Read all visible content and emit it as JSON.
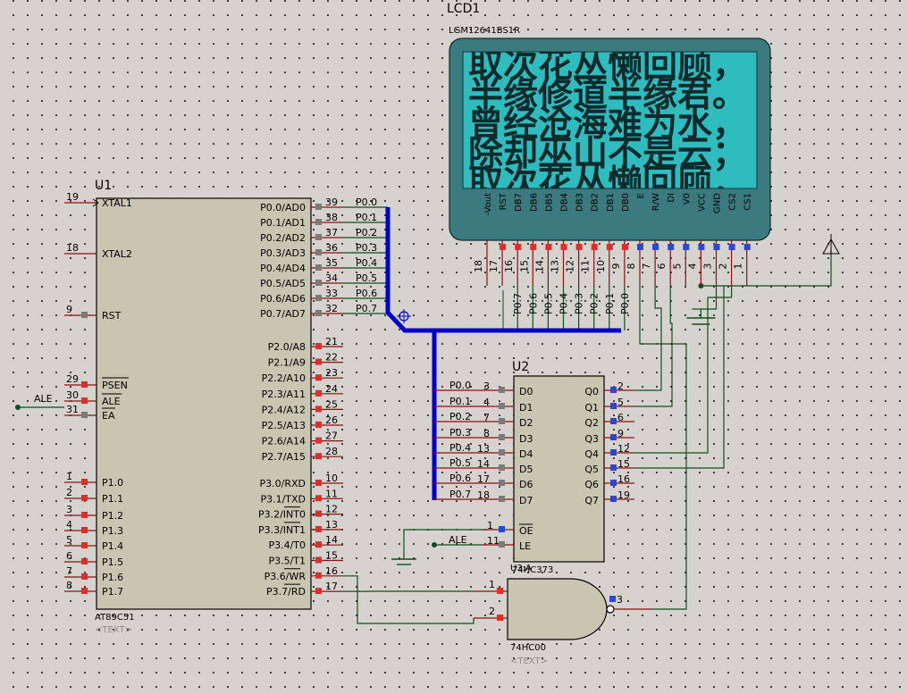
{
  "u1": {
    "ref": "U1",
    "part": "AT89C51",
    "text_tag": "<TEXT>",
    "left_pins": [
      {
        "num": "19",
        "name": "XTAL1"
      },
      {
        "num": "18",
        "name": "XTAL2"
      },
      {
        "num": "9",
        "name": "RST"
      },
      {
        "num": "29",
        "name": "PSEN"
      },
      {
        "num": "30",
        "name": "ALE"
      },
      {
        "num": "31",
        "name": "EA"
      },
      {
        "num": "1",
        "name": "P1.0"
      },
      {
        "num": "2",
        "name": "P1.1"
      },
      {
        "num": "3",
        "name": "P1.2"
      },
      {
        "num": "4",
        "name": "P1.3"
      },
      {
        "num": "5",
        "name": "P1.4"
      },
      {
        "num": "6",
        "name": "P1.5"
      },
      {
        "num": "7",
        "name": "P1.6"
      },
      {
        "num": "8",
        "name": "P1.7"
      }
    ],
    "right_pins": [
      {
        "num": "39",
        "name": "P0.0/AD0"
      },
      {
        "num": "38",
        "name": "P0.1/AD1"
      },
      {
        "num": "37",
        "name": "P0.2/AD2"
      },
      {
        "num": "36",
        "name": "P0.3/AD3"
      },
      {
        "num": "35",
        "name": "P0.4/AD4"
      },
      {
        "num": "34",
        "name": "P0.5/AD5"
      },
      {
        "num": "33",
        "name": "P0.6/AD6"
      },
      {
        "num": "32",
        "name": "P0.7/AD7"
      },
      {
        "num": "21",
        "name": "P2.0/A8"
      },
      {
        "num": "22",
        "name": "P2.1/A9"
      },
      {
        "num": "23",
        "name": "P2.2/A10"
      },
      {
        "num": "24",
        "name": "P2.3/A11"
      },
      {
        "num": "25",
        "name": "P2.4/A12"
      },
      {
        "num": "26",
        "name": "P2.5/A13"
      },
      {
        "num": "27",
        "name": "P2.6/A14"
      },
      {
        "num": "28",
        "name": "P2.7/A15"
      },
      {
        "num": "10",
        "name": "P3.0/RXD"
      },
      {
        "num": "11",
        "name": "P3.1/TXD"
      },
      {
        "num": "12",
        "name": "P3.2/INT0"
      },
      {
        "num": "13",
        "name": "P3.3/INT1"
      },
      {
        "num": "14",
        "name": "P3.4/T0"
      },
      {
        "num": "15",
        "name": "P3.5/T1"
      },
      {
        "num": "16",
        "name": "P3.6/WR"
      },
      {
        "num": "17",
        "name": "P3.7/RD"
      }
    ],
    "net_labels": [
      "P0.0",
      "P0.1",
      "P0.2",
      "P0.3",
      "P0.4",
      "P0.5",
      "P0.6",
      "P0.7"
    ]
  },
  "ale_label": "ALE",
  "u2": {
    "ref": "U2",
    "part": "74HC373",
    "left_pins": [
      {
        "num": "3",
        "name": "D0",
        "net": "P0.0"
      },
      {
        "num": "4",
        "name": "D1",
        "net": "P0.1"
      },
      {
        "num": "7",
        "name": "D2",
        "net": "P0.2"
      },
      {
        "num": "8",
        "name": "D3",
        "net": "P0.3"
      },
      {
        "num": "13",
        "name": "D4",
        "net": "P0.4"
      },
      {
        "num": "14",
        "name": "D5",
        "net": "P0.5"
      },
      {
        "num": "17",
        "name": "D6",
        "net": "P0.6"
      },
      {
        "num": "18",
        "name": "D7",
        "net": "P0.7"
      },
      {
        "num": "1",
        "name": "OE",
        "net": ""
      },
      {
        "num": "11",
        "name": "LE",
        "net": "ALE"
      }
    ],
    "right_pins": [
      {
        "num": "2",
        "name": "Q0"
      },
      {
        "num": "5",
        "name": "Q1"
      },
      {
        "num": "6",
        "name": "Q2"
      },
      {
        "num": "9",
        "name": "Q3"
      },
      {
        "num": "12",
        "name": "Q4"
      },
      {
        "num": "15",
        "name": "Q5"
      },
      {
        "num": "16",
        "name": "Q6"
      },
      {
        "num": "19",
        "name": "Q7"
      }
    ]
  },
  "u3": {
    "ref": "U3:A",
    "part": "74HC00",
    "text_tag": "<TEXT>",
    "in1": "1",
    "in2": "2",
    "out": "3"
  },
  "lcd": {
    "ref": "LCD1",
    "part": "LGM12641BS1R",
    "text_tag": "<TEXT>",
    "lines": [
      "取次花丛懒回顾，",
      "半缘修道半缘君。",
      "曾经沧海难为水，",
      "除却巫山不是云；",
      "取次花丛懒回顾，"
    ],
    "pins": [
      {
        "name": "-Vout",
        "num": "18"
      },
      {
        "name": "RST",
        "num": "17"
      },
      {
        "name": "DB7",
        "num": "16"
      },
      {
        "name": "DB6",
        "num": "15"
      },
      {
        "name": "DB5",
        "num": "14"
      },
      {
        "name": "DB4",
        "num": "13"
      },
      {
        "name": "DB3",
        "num": "12"
      },
      {
        "name": "DB2",
        "num": "11"
      },
      {
        "name": "DB1",
        "num": "10"
      },
      {
        "name": "DB0",
        "num": "9"
      },
      {
        "name": "E",
        "num": "8"
      },
      {
        "name": "R/W",
        "num": "7"
      },
      {
        "name": "DI",
        "num": "6"
      },
      {
        "name": "V0",
        "num": "5"
      },
      {
        "name": "VCC",
        "num": "4"
      },
      {
        "name": "GND",
        "num": "3"
      },
      {
        "name": "CS2",
        "num": "2"
      },
      {
        "name": "CS1",
        "num": "1"
      }
    ],
    "net_labels": [
      "P0.7",
      "P0.6",
      "P0.5",
      "P0.4",
      "P0.3",
      "P0.2",
      "P0.1",
      "P0.0"
    ]
  },
  "colors": {
    "ic_body": "#c8c5b0",
    "lcd_bezel": "#3b7b80",
    "lcd_screen": "#2fbcbe",
    "wire": "#0f4d1f",
    "bus": "#0000c8",
    "pin_red": "#e32b2b",
    "pin_blue": "#2c46d8",
    "pin_gray": "#7a7a7a"
  }
}
